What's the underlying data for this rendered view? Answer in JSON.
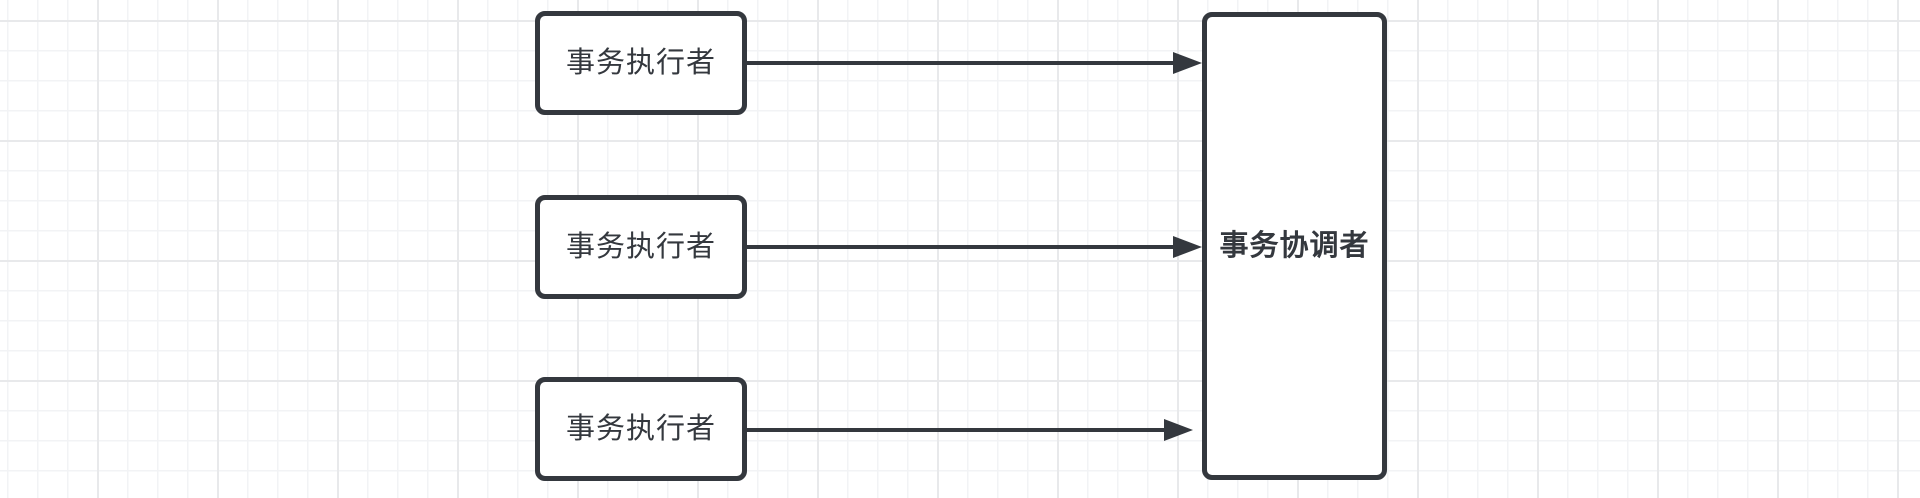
{
  "theme": {
    "background": "#ffffff",
    "grid-minor-color": "#f2f3f5",
    "grid-major-color": "#e8e9eb",
    "stroke-color": "#34383e",
    "shape-fill": "#ffffff"
  },
  "diagram": {
    "executors": [
      {
        "label": "事务执行者"
      },
      {
        "label": "事务执行者"
      },
      {
        "label": "事务执行者"
      }
    ],
    "coordinator": {
      "label": "事务协调者"
    },
    "connectors": [
      {
        "from": "executor-1",
        "to": "coordinator",
        "style": "solid-arrow"
      },
      {
        "from": "executor-2",
        "to": "coordinator",
        "style": "solid-arrow"
      },
      {
        "from": "executor-3",
        "to": "coordinator",
        "style": "solid-arrow"
      }
    ]
  }
}
